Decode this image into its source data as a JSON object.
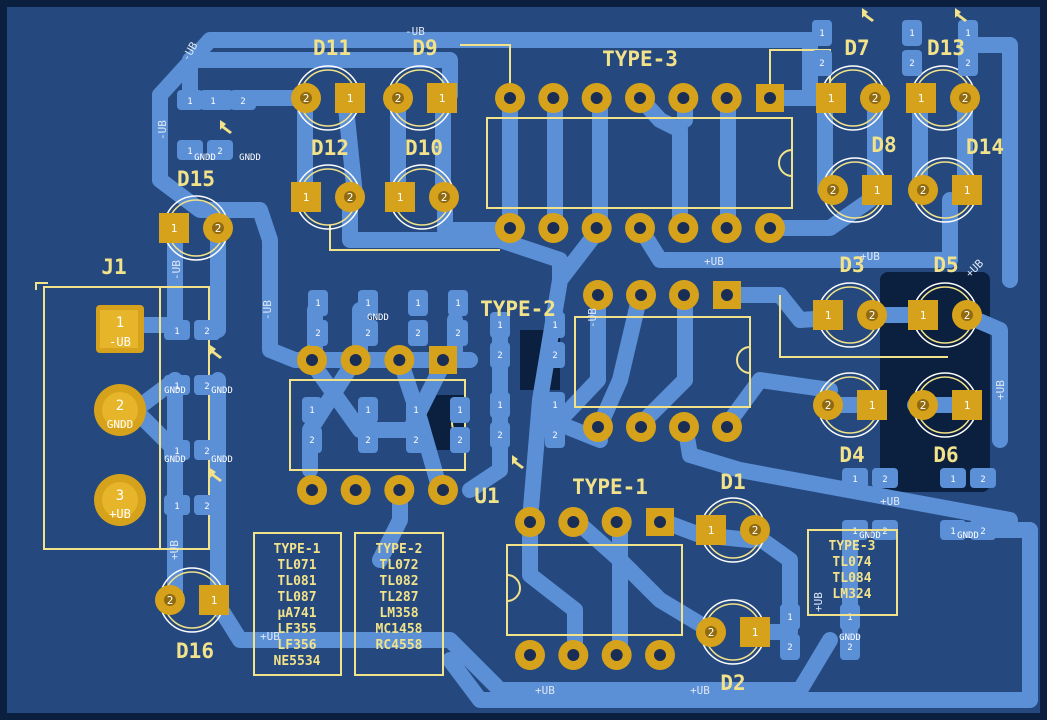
{
  "colors": {
    "board": "#25497e",
    "board_edge": "#0b1f3f",
    "trace": "#5b8fd6",
    "pad_gold": "#d6a21b",
    "silk": "#f2e28a",
    "hole": "#0b1f3f",
    "courtyard": "#ffffff"
  },
  "refs": {
    "d1": "D1",
    "d2": "D2",
    "d3": "D3",
    "d4": "D4",
    "d5": "D5",
    "d6": "D6",
    "d7": "D7",
    "d8": "D8",
    "d9": "D9",
    "d10": "D10",
    "d11": "D11",
    "d12": "D12",
    "d13": "D13",
    "d14": "D14",
    "d15": "D15",
    "d16": "D16",
    "j1": "J1",
    "u1": "U1"
  },
  "ic_types": {
    "type1": "TYPE-1",
    "type2": "TYPE-2",
    "type3": "TYPE-3"
  },
  "connector": {
    "pin1_num": "1",
    "pin1_net": "-UB",
    "pin2_num": "2",
    "pin2_net": "GNDD",
    "pin3_num": "3",
    "pin3_net": "+UB"
  },
  "net_labels": {
    "minus_ub": "-UB",
    "plus_ub": "+UB",
    "gndd": "GNDD"
  },
  "parts_boxes": {
    "type1": {
      "title": "TYPE-1",
      "items": [
        "TL071",
        "TL081",
        "TL087",
        "µA741",
        "LF355",
        "LF356",
        "NE5534"
      ]
    },
    "type2": {
      "title": "TYPE-2",
      "items": [
        "TL072",
        "TL082",
        "TL287",
        "LM358",
        "MC1458",
        "RC4558"
      ]
    },
    "type3": {
      "title": "TYPE-3",
      "items": [
        "TL074",
        "TL084",
        "LM324"
      ]
    }
  },
  "pad_nums": {
    "one": "1",
    "two": "2"
  }
}
